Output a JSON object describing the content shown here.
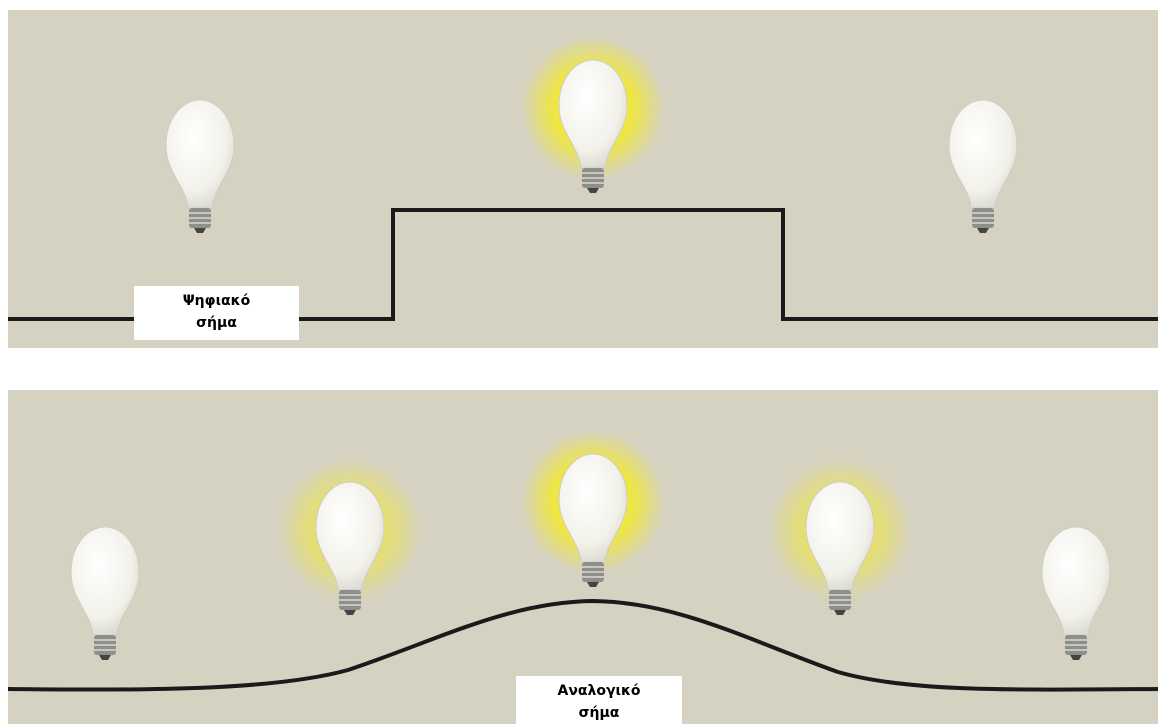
{
  "colors": {
    "panel_background": "#d6d2c2",
    "signal_line": "#1a1a1a",
    "glow": "#f2ea2a",
    "bulb": "#f7f6f0"
  },
  "digital": {
    "label_line1": "Ψηφιακό",
    "label_line2": "σήμα",
    "bulbs": [
      {
        "name": "bulb-left",
        "lit": 0
      },
      {
        "name": "bulb-center",
        "lit": 1
      },
      {
        "name": "bulb-right",
        "lit": 0
      }
    ]
  },
  "analog": {
    "label_line1": "Αναλογικό",
    "label_line2": "σήμα",
    "bulbs": [
      {
        "name": "bulb-far-left",
        "lit": 0
      },
      {
        "name": "bulb-left",
        "lit": 0.6
      },
      {
        "name": "bulb-center",
        "lit": 1
      },
      {
        "name": "bulb-right",
        "lit": 0.6
      },
      {
        "name": "bulb-far-right",
        "lit": 0
      }
    ]
  }
}
